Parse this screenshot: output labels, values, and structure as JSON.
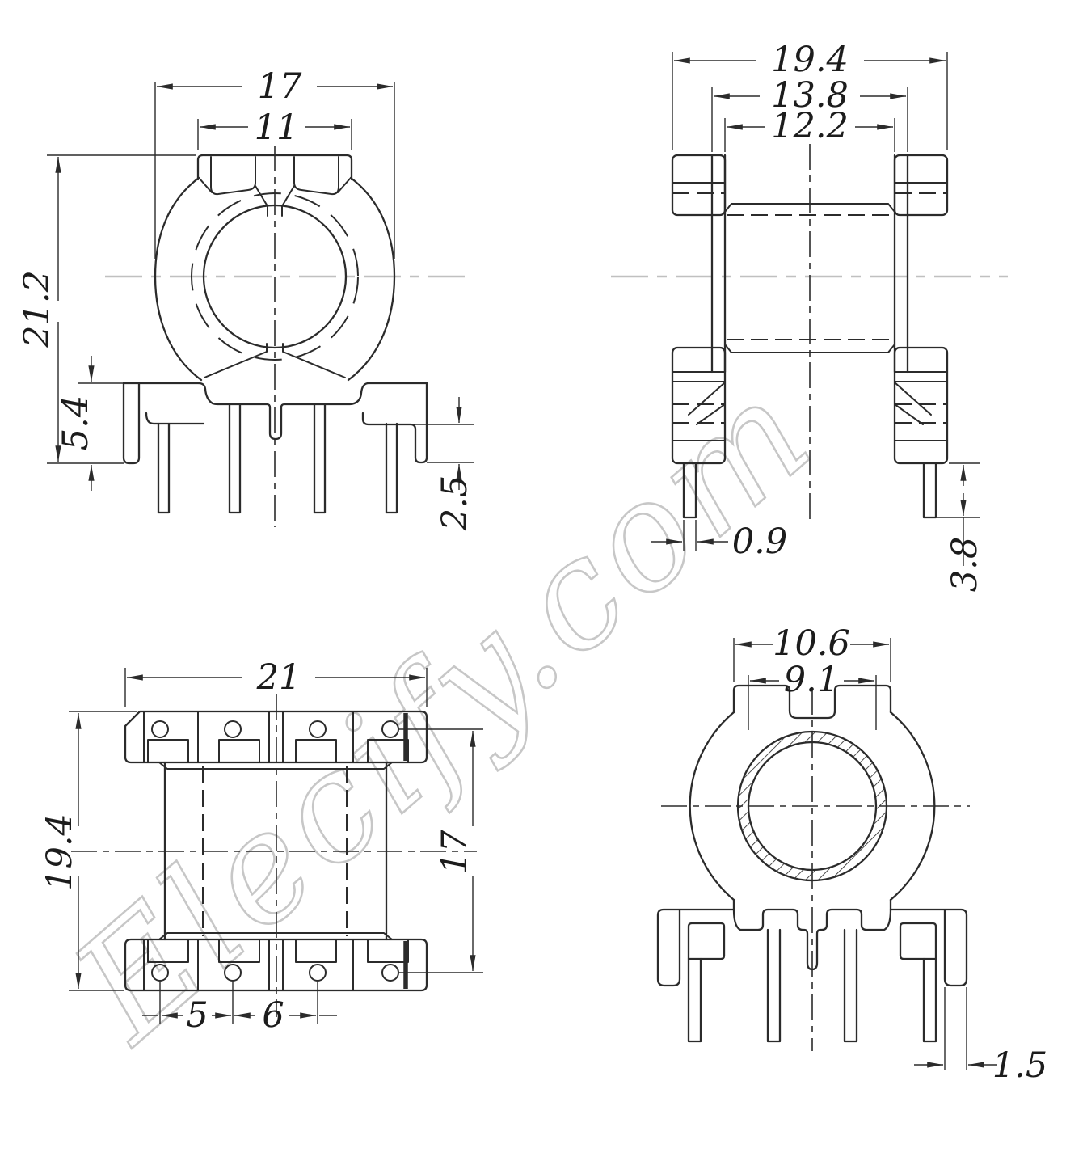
{
  "drawing": {
    "watermark": "Elecify.com",
    "colors": {
      "line": "#2b2b2b",
      "gray_centerline": "#c0c0c0",
      "watermark": "#c7c7c7",
      "background": "#ffffff"
    },
    "views": {
      "front": {
        "dims": {
          "overall_width": "17",
          "flange_width": "11",
          "overall_height": "21.2",
          "base_height": "5.4",
          "base_step": "2.5"
        }
      },
      "side": {
        "dims": {
          "overall_width": "19.4",
          "flange_span": "13.8",
          "winding_width": "12.2",
          "pin_width": "0.9",
          "pin_length": "3.8"
        }
      },
      "top": {
        "dims": {
          "overall_width": "21",
          "overall_depth": "19.4",
          "pin_row_span": "17",
          "pin_pitch_outer": "5",
          "pin_pitch_inner": "6"
        }
      },
      "section": {
        "dims": {
          "tube_outer_dia": "10.6",
          "tube_inner_dia": "9.1",
          "pin_edge_offset": "1.5"
        }
      }
    }
  }
}
